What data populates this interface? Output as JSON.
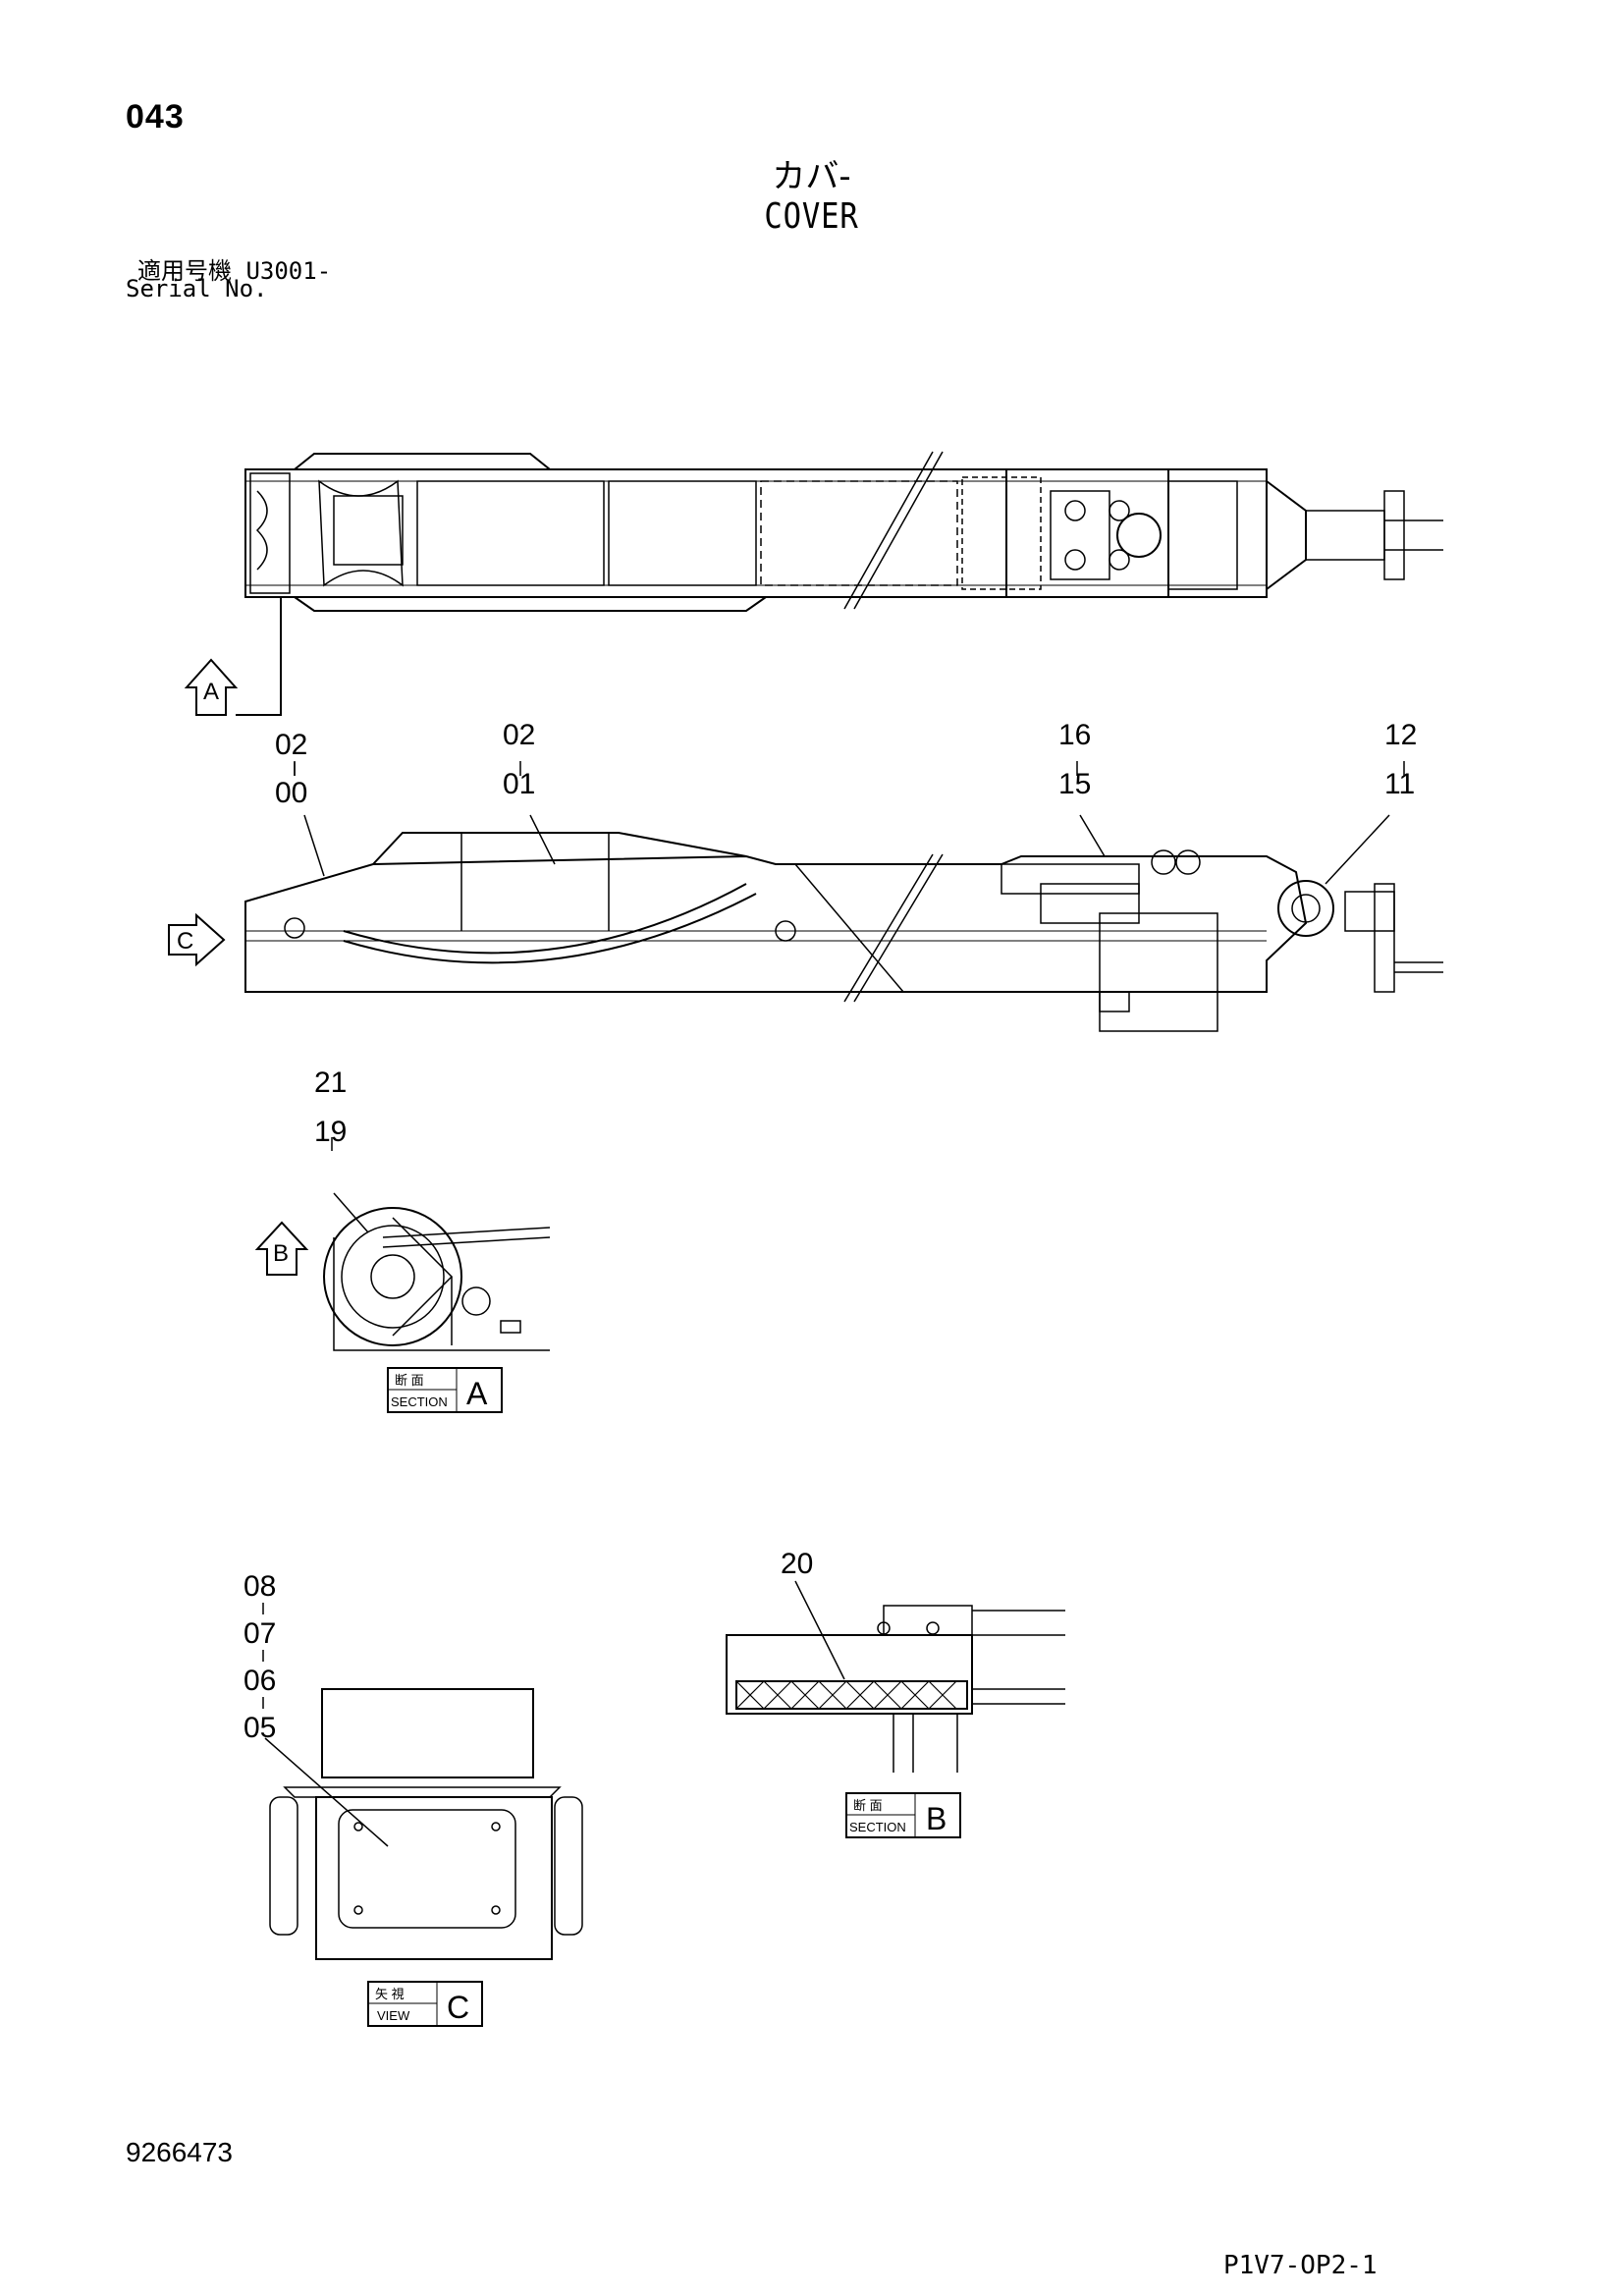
{
  "header": {
    "page_number": "043",
    "title_jp": "カバ-",
    "title_en": "COVER",
    "serial_jp": "適用号機  U3001-",
    "serial_en": "Serial No."
  },
  "callouts": {
    "a": {
      "top": "02",
      "bottom": "00"
    },
    "b": {
      "top": "02",
      "bottom": "01"
    },
    "c": {
      "top": "16",
      "bottom": "15"
    },
    "d": {
      "top": "12",
      "bottom": "11"
    },
    "e": {
      "top": "21",
      "bottom": "19"
    },
    "f": {
      "l1": "08",
      "l2": "07",
      "l3": "06",
      "l4": "05"
    },
    "g": {
      "single": "20"
    }
  },
  "view_arrows": {
    "a": "A",
    "b": "B",
    "c": "C"
  },
  "label_boxes": {
    "section_a": {
      "jp": "断 面",
      "en": "SECTION",
      "letter": "A"
    },
    "section_b": {
      "jp": "断 面",
      "en": "SECTION",
      "letter": "B"
    },
    "view_c": {
      "jp": "矢 視",
      "en": "VIEW",
      "letter": "C"
    }
  },
  "footer": {
    "doc_number": "9266473",
    "code": "P1V7-OP2-1"
  }
}
